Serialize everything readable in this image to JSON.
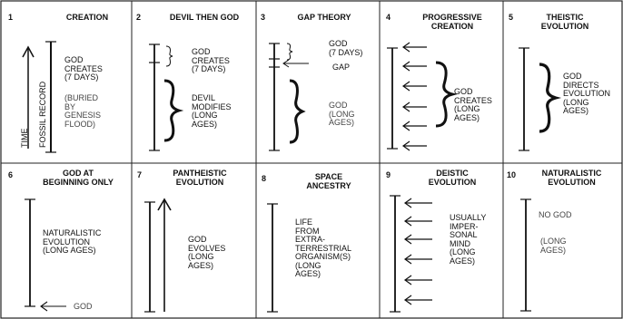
{
  "panels": [
    {
      "num": "1",
      "title": [
        "CREATION"
      ],
      "texts": [
        "GOD",
        "CREATES",
        "(7 DAYS)",
        "(BURIED",
        "BY",
        "GENESIS",
        "FLOOD)"
      ],
      "axis_labels": [
        "TIME",
        "FOSSIL RECORD"
      ]
    },
    {
      "num": "2",
      "title": [
        "DEVIL THEN GOD"
      ],
      "texts": [
        "GOD",
        "CREATES",
        "(7 DAYS)",
        "DEVIL",
        "MODIFIES",
        "(LONG",
        "AGES)"
      ]
    },
    {
      "num": "3",
      "title": [
        "GAP THEORY"
      ],
      "texts": [
        "GOD",
        "(7 DAYS)",
        "GAP",
        "GOD",
        "(LONG",
        "AGES)"
      ]
    },
    {
      "num": "4",
      "title": [
        "PROGRESSIVE",
        "CREATION"
      ],
      "texts": [
        "GOD",
        "CREATES",
        "(LONG",
        "AGES)"
      ]
    },
    {
      "num": "5",
      "title": [
        "THEISTIC",
        "EVOLUTION"
      ],
      "texts": [
        "GOD",
        "DIRECTS",
        "EVOLUTION",
        "(LONG",
        "AGES)"
      ]
    },
    {
      "num": "6",
      "title": [
        "GOD AT",
        "BEGINNING ONLY"
      ],
      "texts": [
        "NATURALISTIC",
        "EVOLUTION",
        "(LONG AGES)",
        "GOD"
      ]
    },
    {
      "num": "7",
      "title": [
        "PANTHEISTIC",
        "EVOLUTION"
      ],
      "texts": [
        "GOD",
        "EVOLVES",
        "(LONG",
        "AGES)"
      ]
    },
    {
      "num": "8",
      "title": [
        "SPACE",
        "ANCESTRY"
      ],
      "texts": [
        "LIFE",
        "FROM",
        "EXTRA-",
        "TERRESTRIAL",
        "ORGANISM(S)",
        "(LONG",
        "AGES)"
      ]
    },
    {
      "num": "9",
      "title": [
        "DEISTIC",
        "EVOLUTION"
      ],
      "texts": [
        "USUALLY",
        "IMPER-",
        "SONAL",
        "MIND",
        "(LONG",
        "AGES)"
      ]
    },
    {
      "num": "10",
      "title": [
        "NATURALISTIC",
        "EVOLUTION"
      ],
      "texts": [
        "NO GOD",
        "(LONG",
        "AGES)"
      ]
    }
  ]
}
